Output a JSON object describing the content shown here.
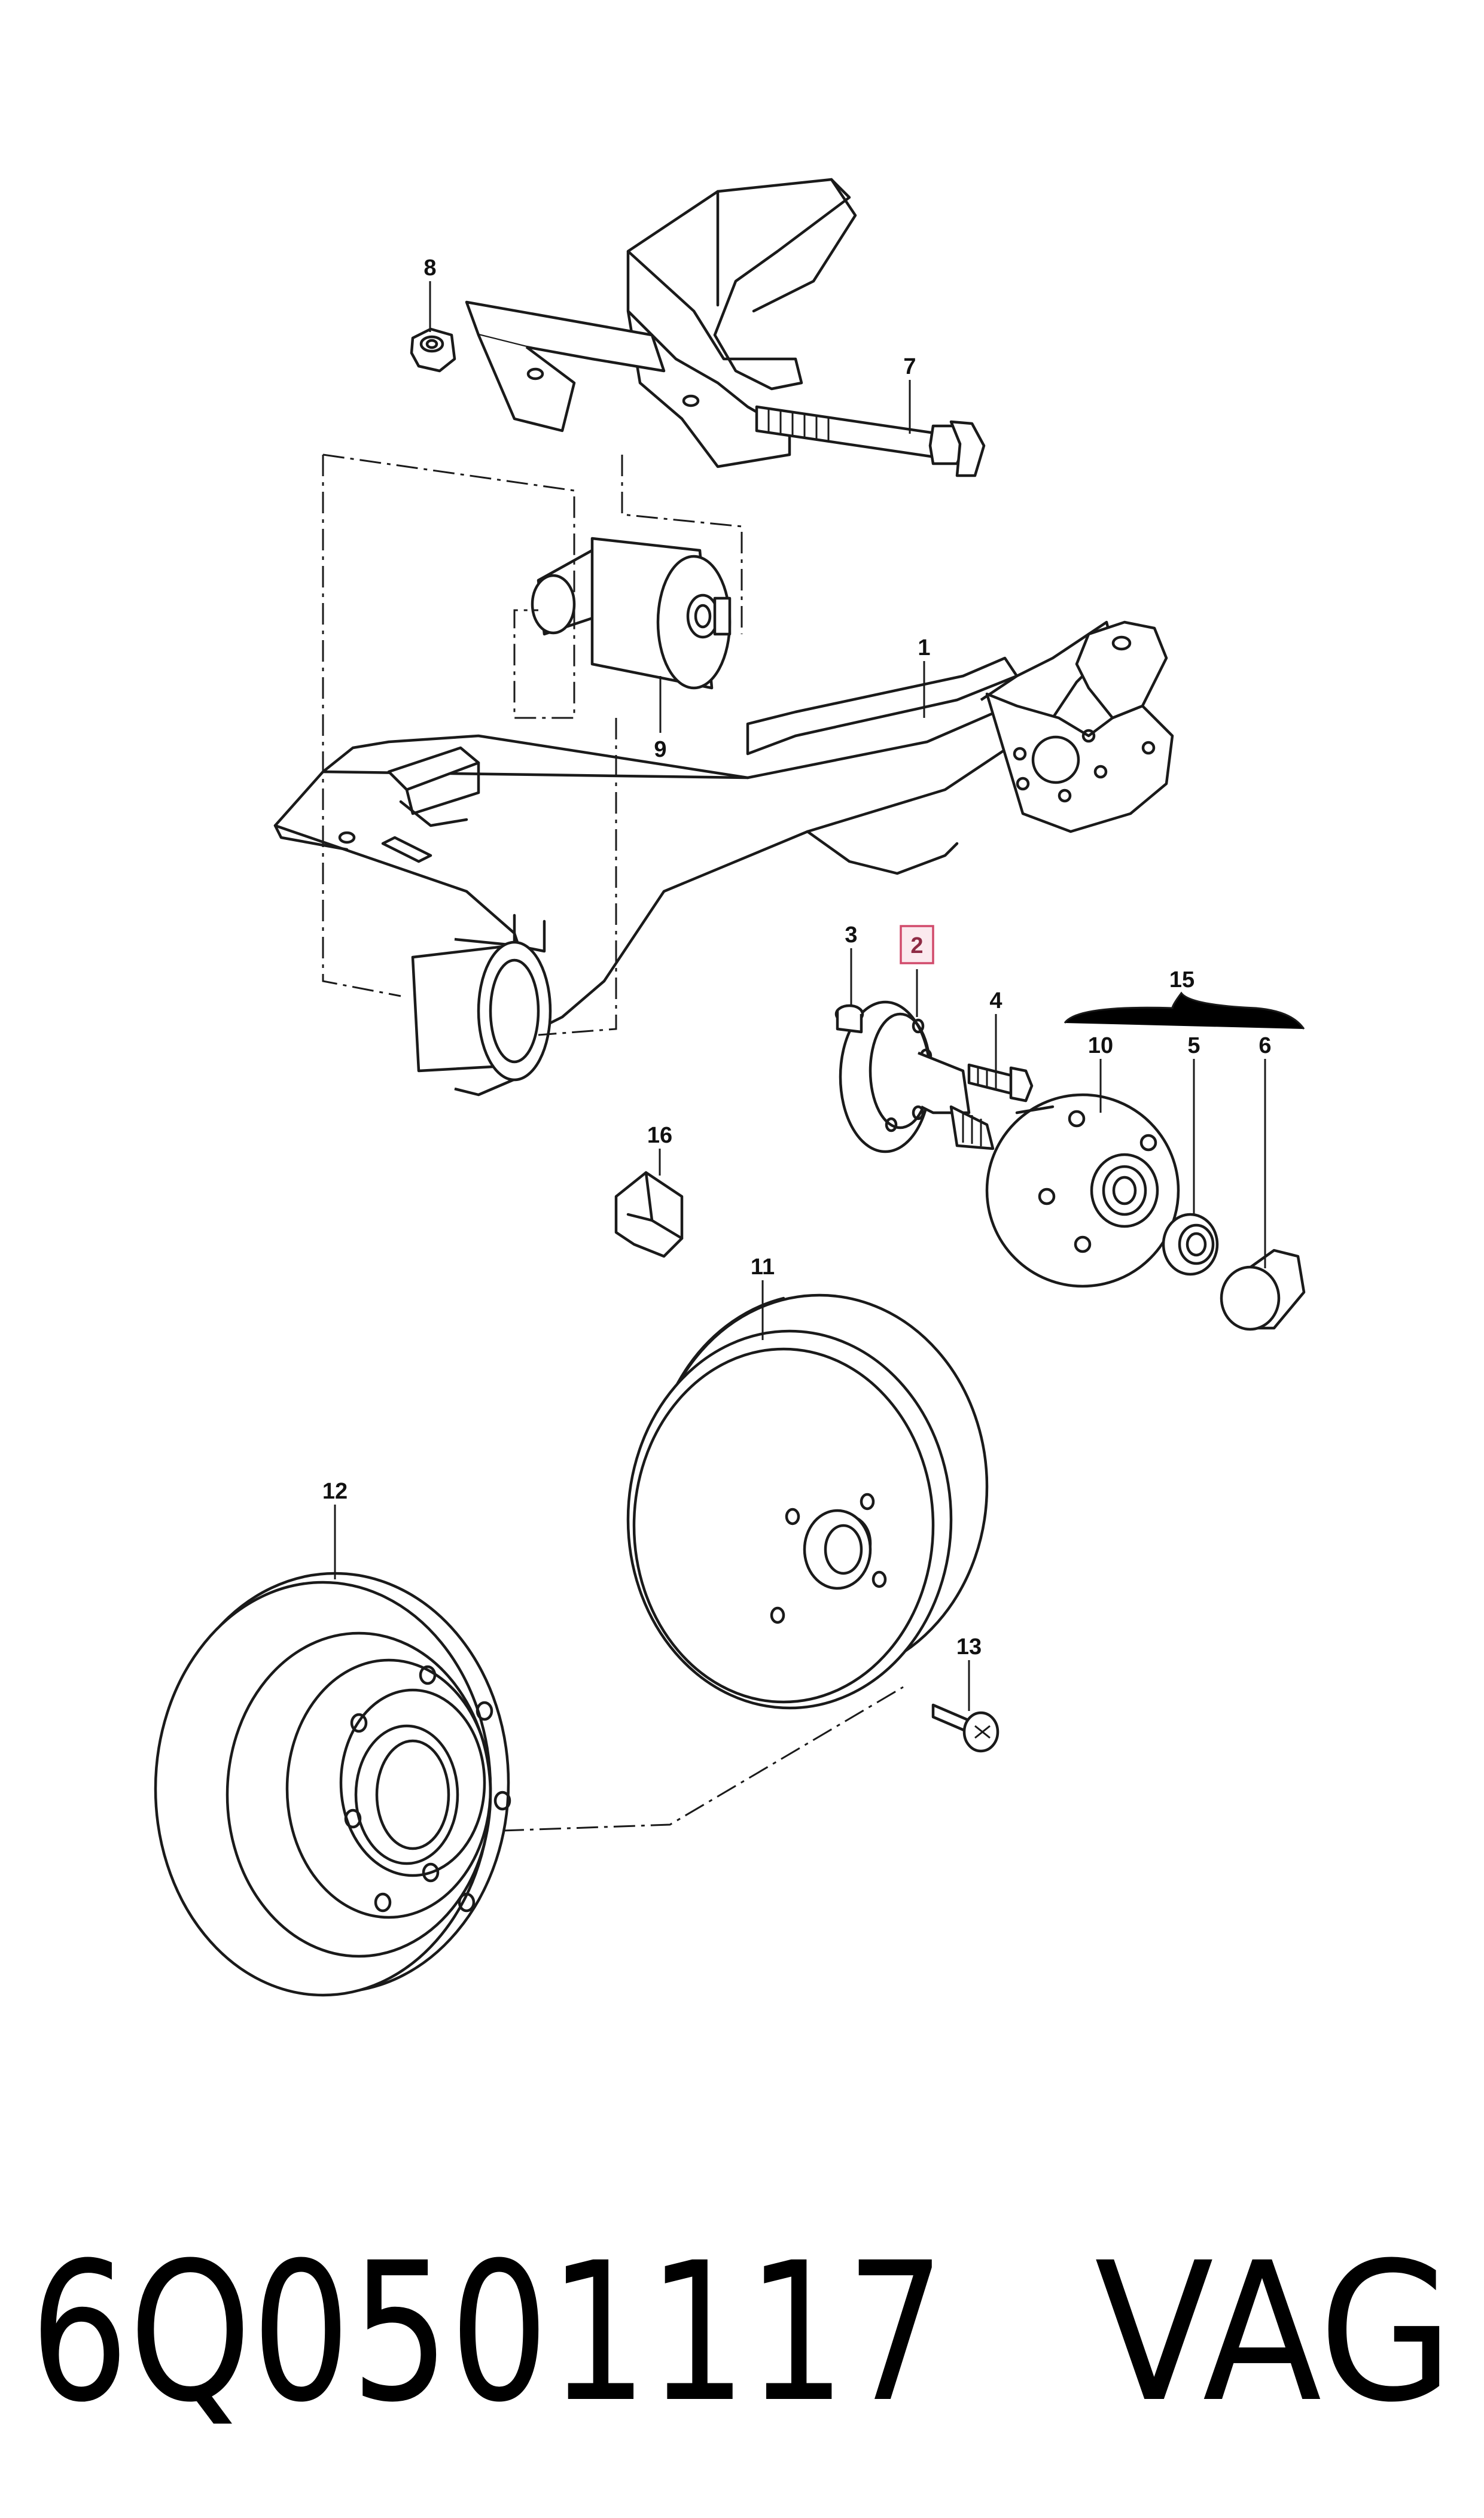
{
  "callouts": {
    "c1": "1",
    "c2": "2",
    "c3": "3",
    "c4": "4",
    "c5": "5",
    "c6": "6",
    "c7": "7",
    "c8": "8",
    "c9": "9",
    "c10": "10",
    "c11": "11",
    "c12": "12",
    "c13": "13",
    "c15": "15",
    "c16": "16"
  },
  "highlight": {
    "part": "2",
    "color": "#d14a6b",
    "fill": "#fbe9ee"
  },
  "footer": {
    "part_number": "6Q0501117",
    "brand": "VAG"
  }
}
